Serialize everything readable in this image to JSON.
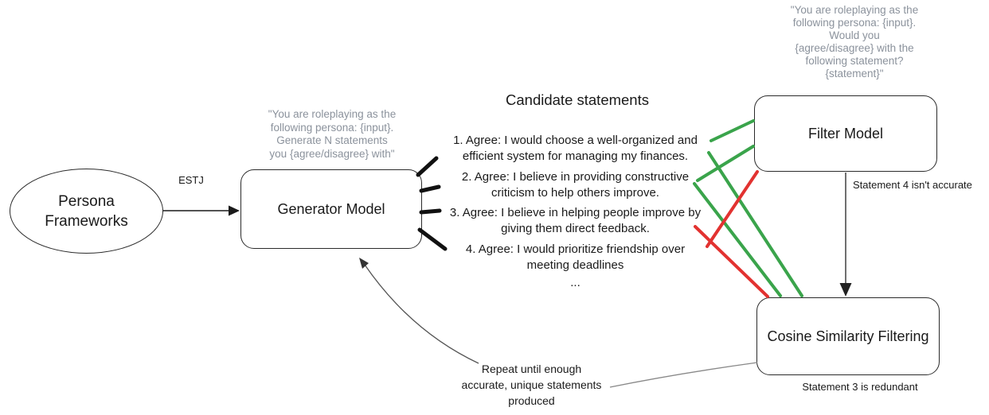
{
  "colors": {
    "accept_green": "#3aa44b",
    "reject_red": "#e23230",
    "prompt_gray": "#8b929c",
    "ink": "#1a1a1a",
    "loop_arrow_gray": "#555555",
    "connector_gray": "#888888"
  },
  "nodes": {
    "persona_frameworks": {
      "label": "Persona\nFrameworks"
    },
    "generator_model": {
      "label": "Generator Model",
      "prompt": "\"You are roleplaying as the\nfollowing persona: {input}.\nGenerate N statements\nyou {agree/disagree} with\""
    },
    "filter_model": {
      "label": "Filter Model",
      "prompt": "\"You are roleplaying as the\nfollowing persona: {input}.\nWould you\n{agree/disagree} with the\nfollowing statement?\n{statement}\""
    },
    "cosine_similarity_filtering": {
      "label": "Cosine Similarity Filtering"
    }
  },
  "candidates": {
    "title": "Candidate statements",
    "items": [
      "1. Agree: I would choose a well-organized and\nefficient system for managing my finances.",
      "2. Agree: I believe in providing constructive\ncriticism to help others improve.",
      "3. Agree: I believe in helping people improve by\ngiving them direct feedback.",
      "4. Agree: I would prioritize friendship over\nmeeting deadlines"
    ],
    "ellipsis": "..."
  },
  "annotations": {
    "estj": "ESTJ",
    "filter_note": "Statement 4 isn't accurate",
    "cosine_note": "Statement 3 is redundant",
    "repeat_note": "Repeat until enough\naccurate, unique statements\nproduced"
  }
}
